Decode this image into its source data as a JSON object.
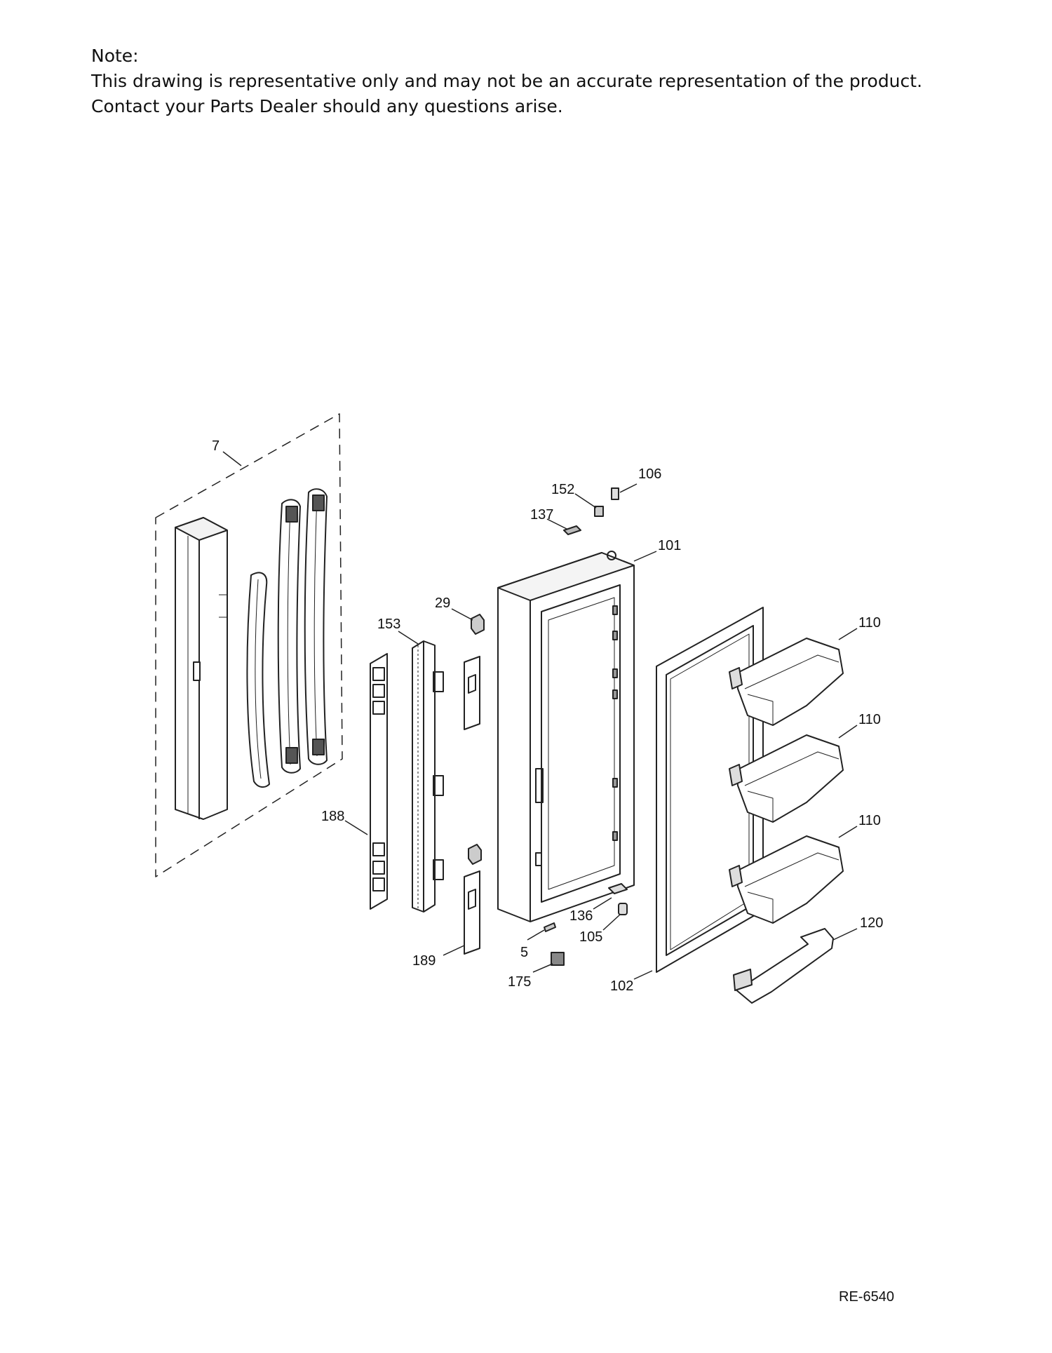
{
  "note": {
    "heading": "Note:",
    "line1": "This drawing is representative only and may not be an accurate representation of the product.",
    "line2": "Contact your Parts Dealer should any questions arise."
  },
  "callouts": {
    "c7": "7",
    "c106": "106",
    "c152": "152",
    "c137": "137",
    "c101": "101",
    "c29": "29",
    "c153": "153",
    "c110a": "110",
    "c110b": "110",
    "c110c": "110",
    "c188": "188",
    "c136": "136",
    "c105": "105",
    "c5": "5",
    "c189": "189",
    "c175": "175",
    "c102": "102",
    "c120": "120"
  },
  "reference_code": "RE-6540"
}
